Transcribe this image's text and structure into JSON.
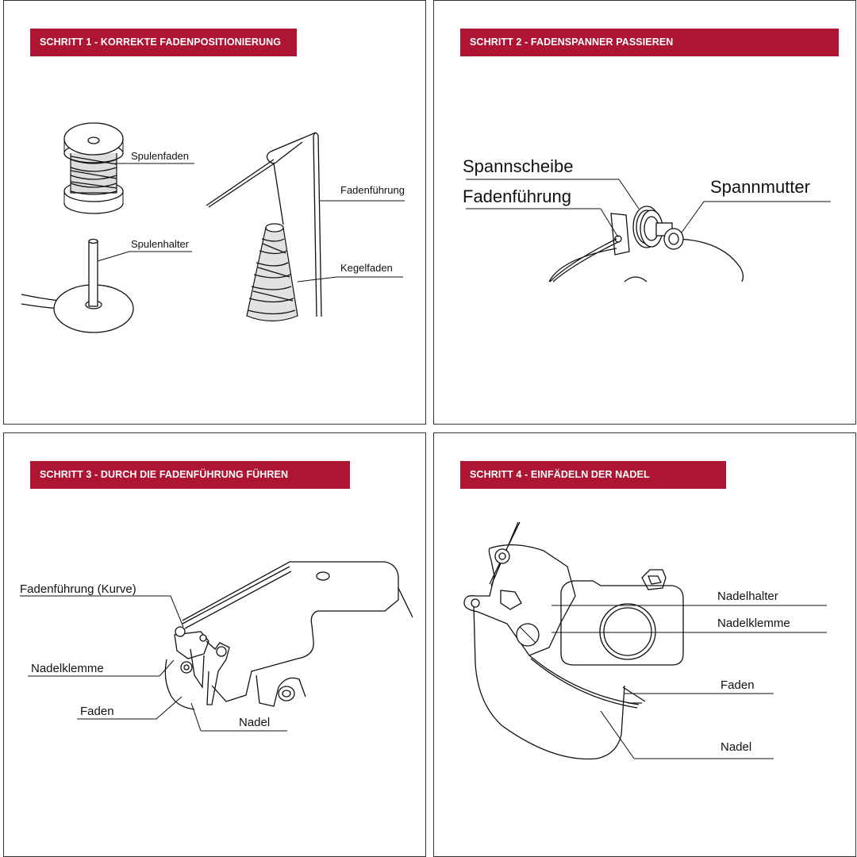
{
  "steps": [
    {
      "title": "SCHRITT 1 - KORREKTE FADENPOSITIONIERUNG",
      "labels": [
        "Spulenfaden",
        "Spulenhalter",
        "Fadenführung",
        "Kegelfaden"
      ]
    },
    {
      "title": "SCHRITT 2 - FADENSPANNER PASSIEREN",
      "labels": [
        "Spannscheibe",
        "Fadenführung",
        "Spannmutter"
      ]
    },
    {
      "title": "SCHRITT 3 - DURCH DIE FADENFÜHRUNG FÜHREN",
      "labels": [
        "Fadenführung (Kurve)",
        "Nadelklemme",
        "Faden",
        "Nadel"
      ]
    },
    {
      "title": "SCHRITT 4 - EINFÄDELN DER NADEL",
      "labels": [
        "Nadelhalter",
        "Nadelklemme",
        "Faden",
        "Nadel"
      ]
    }
  ],
  "colors": {
    "banner": "#ad1533",
    "banner_text": "#ffffff",
    "line": "#111111"
  }
}
